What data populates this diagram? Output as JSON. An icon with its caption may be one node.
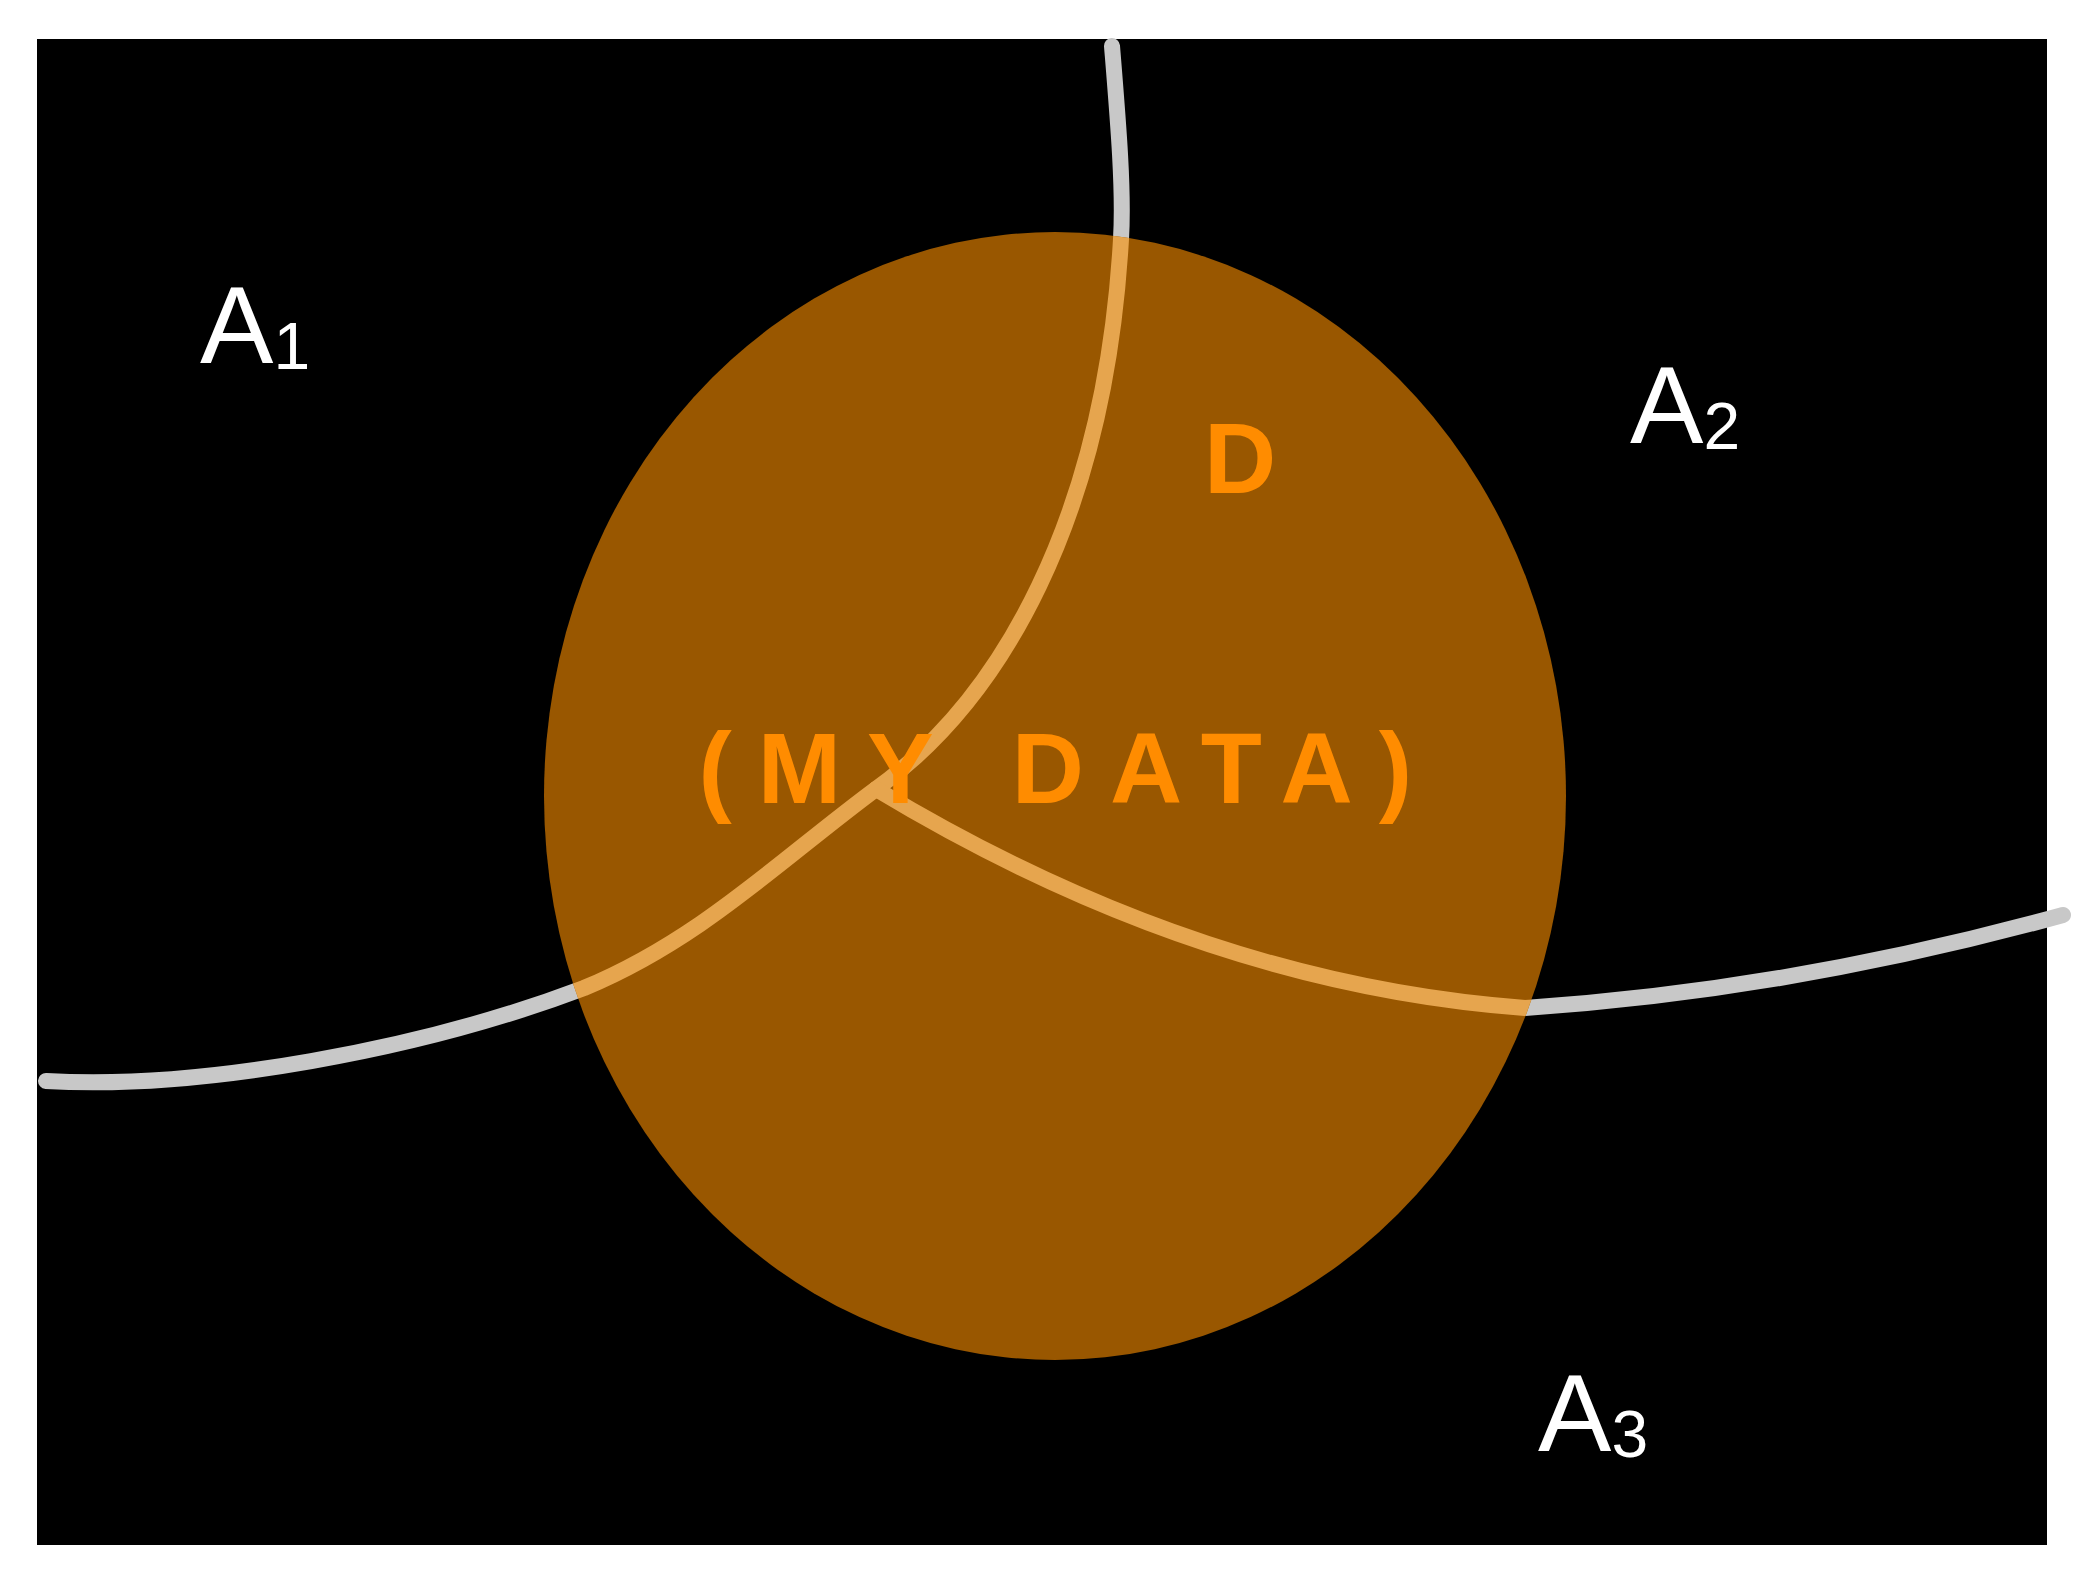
{
  "diagram": {
    "nodes": [
      {
        "text": [
          "D",
          "(MY DATA)"
        ]
      }
    ],
    "labels": [
      "A$_{1}$",
      "A$_{2}$",
      "A$_{3}$"
    ]
  }
}
